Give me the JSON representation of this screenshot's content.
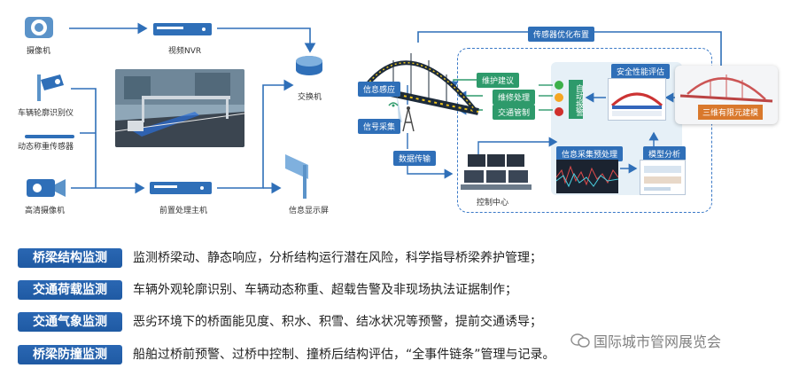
{
  "left_diagram": {
    "nodes": {
      "camera": "摄像机",
      "nvr": "视频NVR",
      "switch": "交换机",
      "contour": "车辆轮廓识别仪",
      "weigh": "动态称重传感器",
      "hd_camera": "高清摄像机",
      "preprocess": "前置处理主机",
      "display": "信息显示屏"
    }
  },
  "right_diagram": {
    "labels": {
      "sensor_opt": "传感器优化布置",
      "info_sense": "信息感应",
      "signal": "信号采集",
      "data_trans": "数据传输",
      "maint_suggest": "维护建议",
      "maint_process": "维修处理",
      "traffic_ctrl": "交通管制",
      "auto_alarm": "自动报警",
      "safety_eval": "安全性能评估",
      "fem": "三维有限元建模",
      "preprocess": "信息采集预处理",
      "model": "模型分析",
      "control_center": "控制中心"
    }
  },
  "monitoring": [
    {
      "title": "桥梁结构监测",
      "desc": "监测桥梁动、静态响应，分析结构运行潜在风险，科学指导桥梁养护管理；"
    },
    {
      "title": "交通荷载监测",
      "desc": "车辆外观轮廓识别、车辆动态称重、超载告警及非现场执法证据制作；"
    },
    {
      "title": "交通气象监测",
      "desc": "恶劣环境下的桥面能见度、积水、积雪、结冰状况等预警，提前交通诱导；"
    },
    {
      "title": "桥梁防撞监测",
      "desc": "船舶过桥前预警、过桥中控制、撞桥后结构评估，“全事件链条”管理与记录。"
    }
  ],
  "watermark": "国际城市管网展览会",
  "colors": {
    "tag_blue": "#2a67b3",
    "line_blue": "#3a79c7",
    "label_green": "#2e9a6b"
  }
}
